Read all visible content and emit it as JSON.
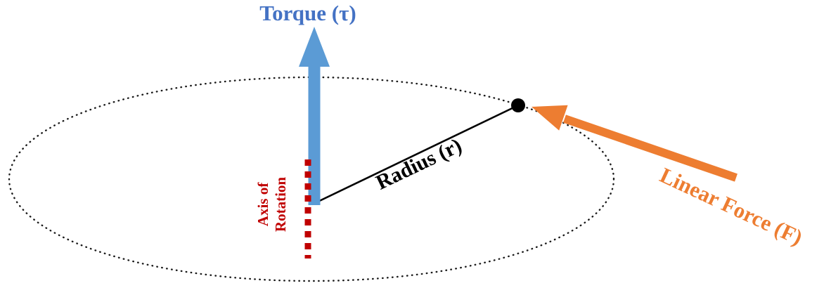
{
  "labels": {
    "torque": "Torque (τ)",
    "axis_of_rotation_line1": "Axis of",
    "axis_of_rotation_line2": "Rotation",
    "radius": "Radius (r)",
    "linear_force": "Linear Force (F)"
  },
  "colors": {
    "torque_arrow_fill": "#5B9BD5",
    "torque_label_text": "#4472C4",
    "axis_of_rotation_red": "#C00000",
    "radius_line_black": "#000000",
    "linear_force_orange": "#ED7D31",
    "ellipse_dots": "#1A1A1A"
  }
}
